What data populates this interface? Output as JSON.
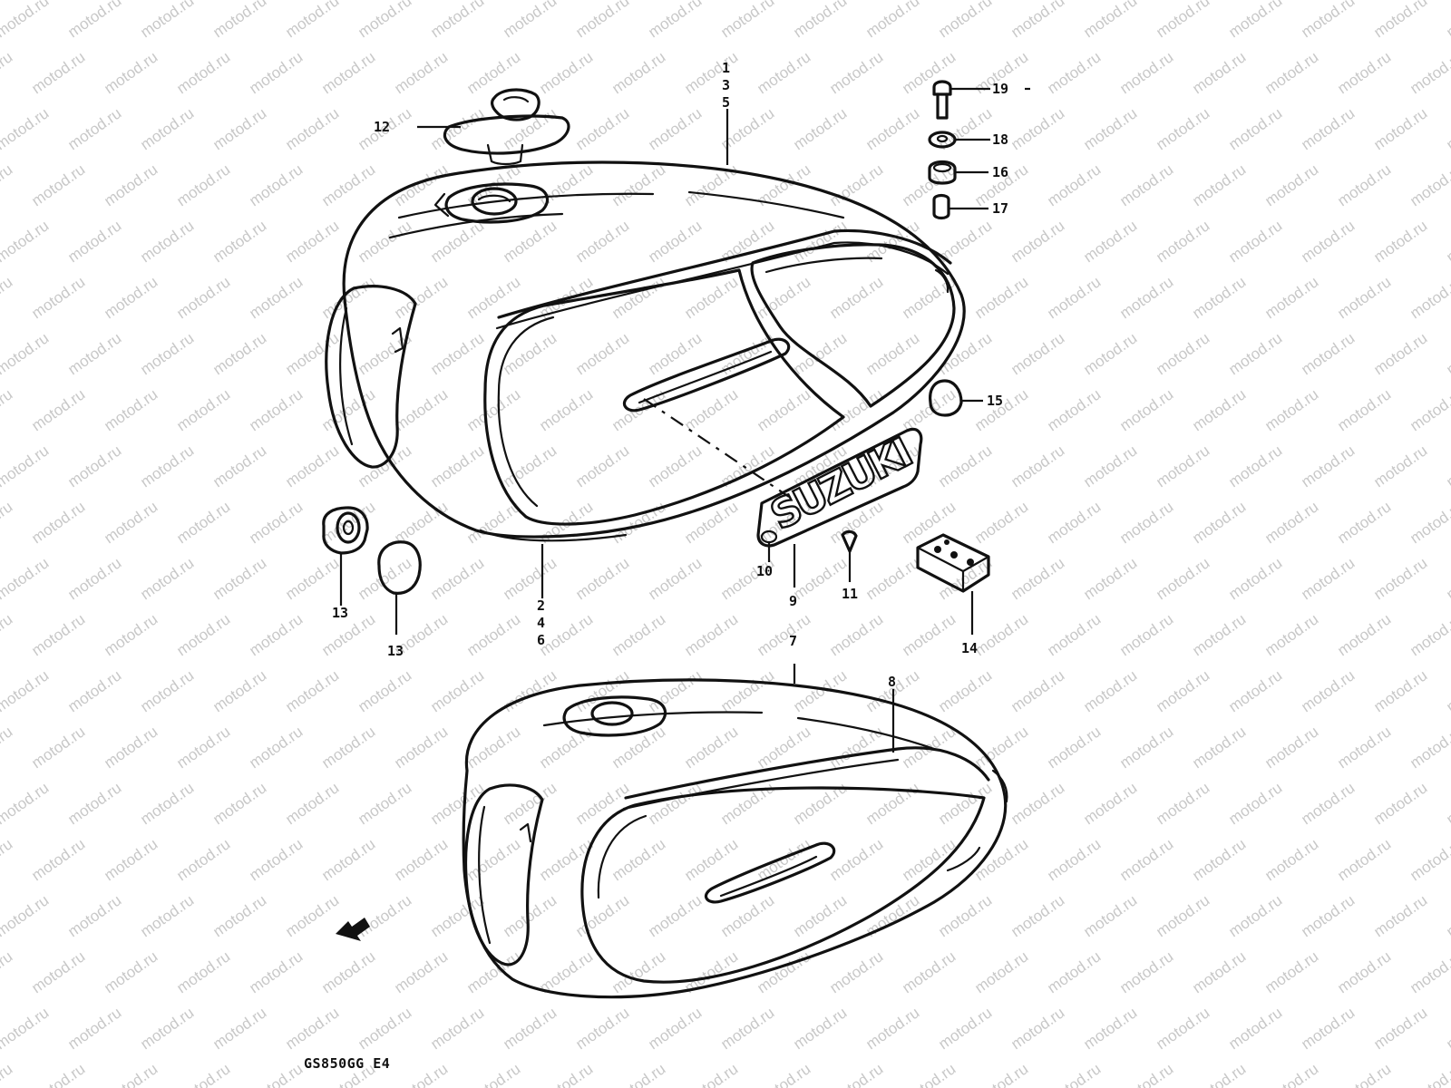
{
  "watermark": "motod.ru",
  "model_code": "GS850GG  E4",
  "emblem_text": "SUZUKI",
  "callouts": {
    "c1": "1",
    "c3": "3",
    "c5": "5",
    "c2": "2",
    "c4": "4",
    "c6": "6",
    "c7": "7",
    "c8": "8",
    "c9": "9",
    "c10": "10",
    "c11": "11",
    "c12": "12",
    "c13a": "13",
    "c13b": "13",
    "c14": "14",
    "c15": "15",
    "c16": "16",
    "c17": "17",
    "c18": "18",
    "c19": "19"
  }
}
